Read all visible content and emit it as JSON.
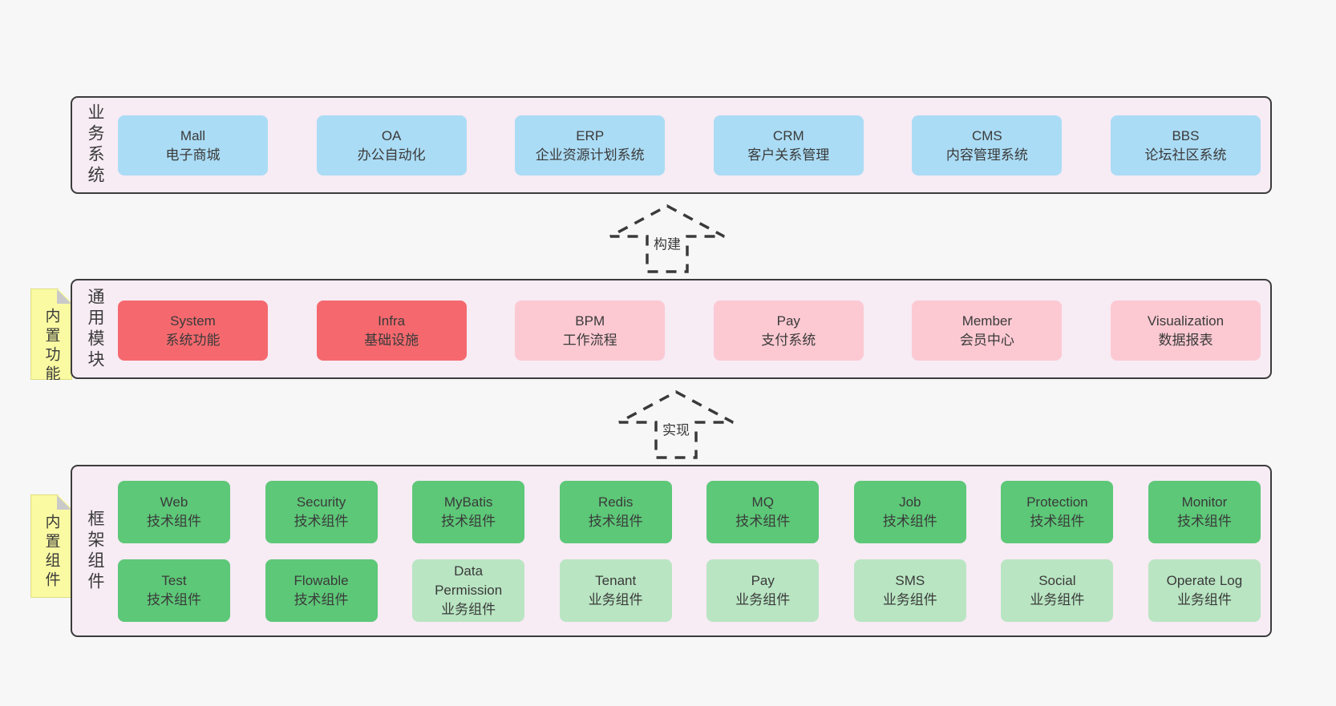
{
  "colors": {
    "page_bg": "#f7f7f7",
    "layer_bg": "#f7ebf4",
    "layer_border": "#3c3c3c",
    "blue": "#abdcf5",
    "red": "#f5696e",
    "pink": "#fcc9d2",
    "green": "#5dc878",
    "light_green": "#b9e5c2",
    "sticky_yellow": "#fafaa3",
    "fold_gray": "#c9c9c9",
    "text": "#3a3a3a"
  },
  "arrows": [
    {
      "label": "构建"
    },
    {
      "label": "实现"
    }
  ],
  "layers": [
    {
      "label": "业务系统",
      "boxes": [
        {
          "name": "Mall",
          "desc": "电子商城",
          "color": "blue"
        },
        {
          "name": "OA",
          "desc": "办公自动化",
          "color": "blue"
        },
        {
          "name": "ERP",
          "desc": "企业资源计划系统",
          "color": "blue"
        },
        {
          "name": "CRM",
          "desc": "客户关系管理",
          "color": "blue"
        },
        {
          "name": "CMS",
          "desc": "内容管理系统",
          "color": "blue"
        },
        {
          "name": "BBS",
          "desc": "论坛社区系统",
          "color": "blue"
        }
      ]
    },
    {
      "label": "通用模块",
      "sticky": "内置功能",
      "boxes": [
        {
          "name": "System",
          "desc": "系统功能",
          "color": "red"
        },
        {
          "name": "Infra",
          "desc": "基础设施",
          "color": "red"
        },
        {
          "name": "BPM",
          "desc": "工作流程",
          "color": "pink"
        },
        {
          "name": "Pay",
          "desc": "支付系统",
          "color": "pink"
        },
        {
          "name": "Member",
          "desc": "会员中心",
          "color": "pink"
        },
        {
          "name": "Visualization",
          "desc": "数据报表",
          "color": "pink"
        }
      ]
    },
    {
      "label": "框架组件",
      "sticky": "内置组件",
      "row1": [
        {
          "name": "Web",
          "desc": "技术组件",
          "color": "green"
        },
        {
          "name": "Security",
          "desc": "技术组件",
          "color": "green"
        },
        {
          "name": "MyBatis",
          "desc": "技术组件",
          "color": "green"
        },
        {
          "name": "Redis",
          "desc": "技术组件",
          "color": "green"
        },
        {
          "name": "MQ",
          "desc": "技术组件",
          "color": "green"
        },
        {
          "name": "Job",
          "desc": "技术组件",
          "color": "green"
        },
        {
          "name": "Protection",
          "desc": "技术组件",
          "color": "green"
        },
        {
          "name": "Monitor",
          "desc": "技术组件",
          "color": "green"
        }
      ],
      "row2": [
        {
          "name": "Test",
          "desc": "技术组件",
          "color": "green"
        },
        {
          "name": "Flowable",
          "desc": "技术组件",
          "color": "green"
        },
        {
          "name": "Data Permission",
          "desc": "业务组件",
          "color": "light_green"
        },
        {
          "name": "Tenant",
          "desc": "业务组件",
          "color": "light_green"
        },
        {
          "name": "Pay",
          "desc": "业务组件",
          "color": "light_green"
        },
        {
          "name": "SMS",
          "desc": "业务组件",
          "color": "light_green"
        },
        {
          "name": "Social",
          "desc": "业务组件",
          "color": "light_green"
        },
        {
          "name": "Operate Log",
          "desc": "业务组件",
          "color": "light_green"
        }
      ]
    }
  ]
}
